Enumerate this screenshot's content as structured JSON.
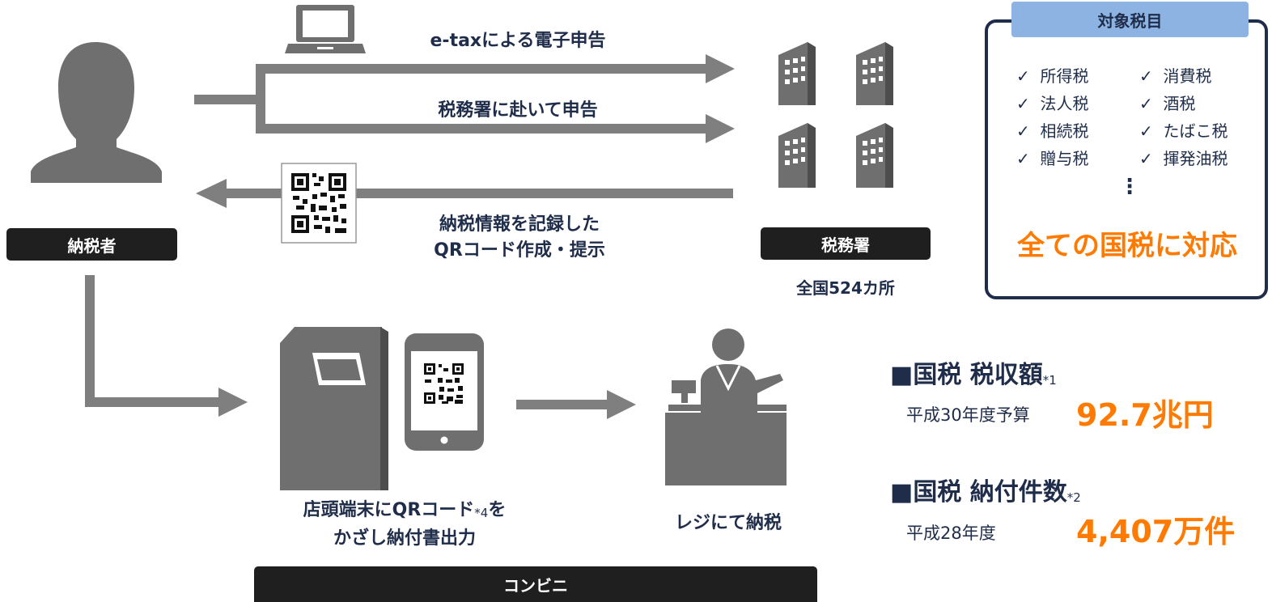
{
  "actors": {
    "taxpayer_label": "納税者",
    "tax_office_label": "税務署",
    "tax_office_count": "全国524カ所",
    "convenience_label": "コンビニ"
  },
  "flows": {
    "etax_label": "e-taxによる電子申告",
    "visit_label": "税務署に赴いて申告",
    "qr_label_line1": "納税情報を記録した",
    "qr_label_line2": "QRコード作成・提示",
    "terminal_label_line1_a": "店頭端末にQRコード",
    "terminal_label_note": "*4",
    "terminal_label_line1_b": "を",
    "terminal_label_line2": "かざし納付書出力",
    "register_label": "レジにて納税"
  },
  "tax_box": {
    "title": "対象税目",
    "items": [
      "所得税",
      "消費税",
      "法人税",
      "酒税",
      "相続税",
      "たばこ税",
      "贈与税",
      "揮発油税"
    ],
    "check_mark": "✓",
    "ellipsis": "⋮",
    "footer": "全ての国税に対応"
  },
  "stats": {
    "revenue_head": "■国税 税収額",
    "revenue_note": "*1",
    "revenue_sub": "平成30年度予算",
    "revenue_value": "92.7兆円",
    "payments_head": "■国税 納付件数",
    "payments_note": "*2",
    "payments_sub": "平成28年度",
    "payments_value": "4,407万件"
  },
  "colors": {
    "icon_gray": "#6f6f6f",
    "arrow_gray": "#7f7f7f",
    "navy": "#1f2d4a",
    "orange": "#ff7a00",
    "box_blue": "#8db3e2",
    "label_black": "#1f1f1f"
  },
  "icons": [
    "person-icon",
    "laptop-icon",
    "building-icon",
    "qr-code-icon",
    "kiosk-icon",
    "smartphone-icon",
    "cashier-icon"
  ]
}
